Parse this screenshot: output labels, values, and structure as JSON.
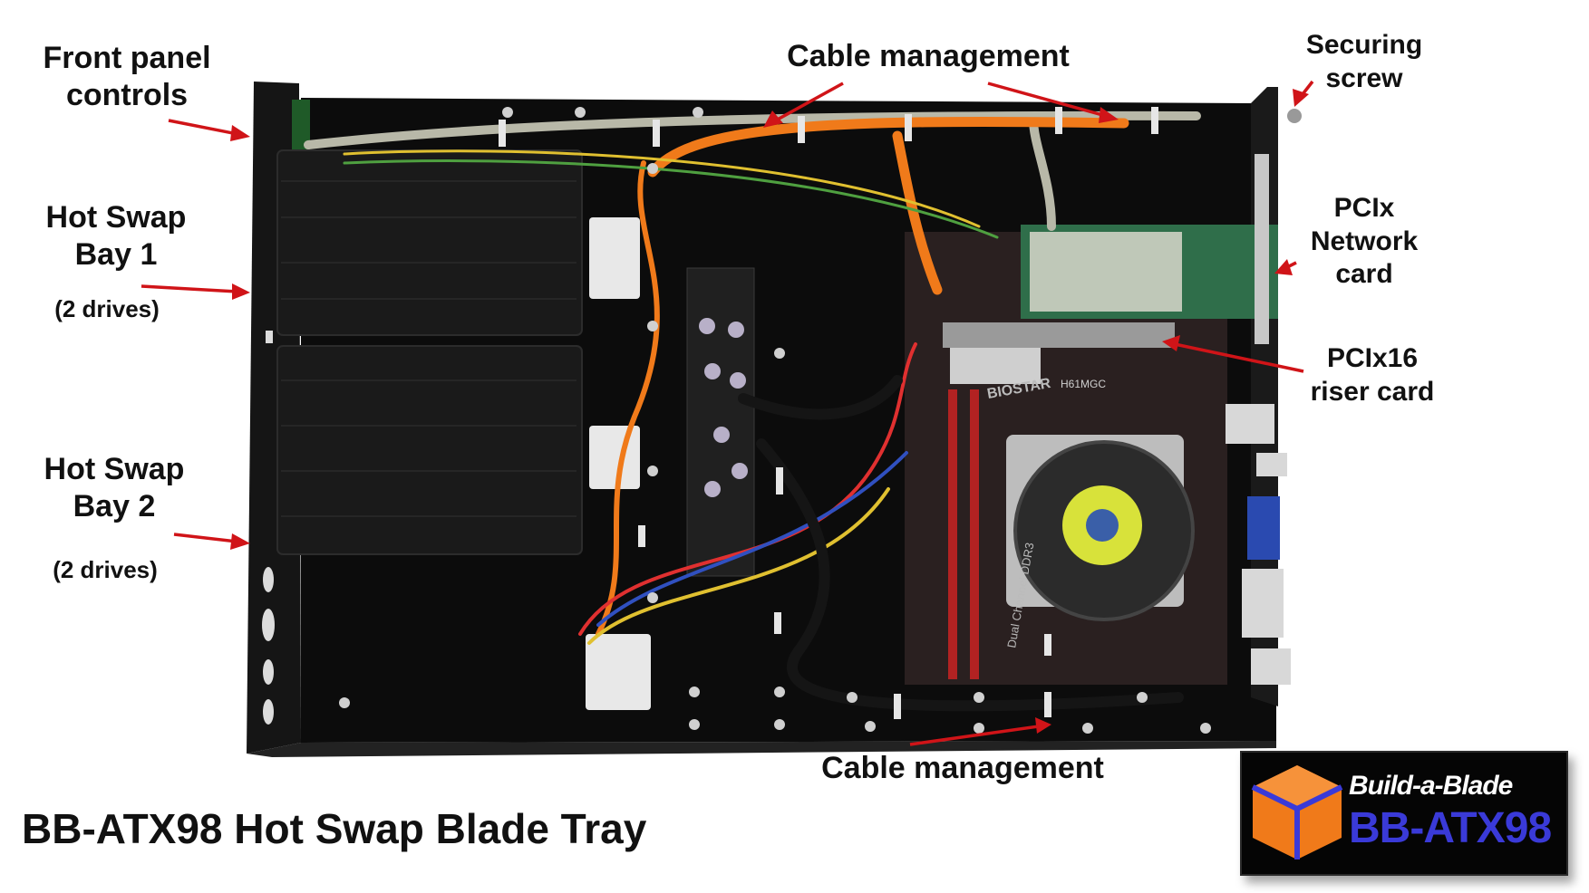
{
  "labels": {
    "front_panel": [
      "Front panel",
      "controls"
    ],
    "bay1": [
      "Hot Swap",
      "Bay 1"
    ],
    "bay1_note": "(2 drives)",
    "bay2": [
      "Hot Swap",
      "Bay 2"
    ],
    "bay2_note": "(2 drives)",
    "cable_top": "Cable management",
    "cable_bottom": "Cable management",
    "securing": [
      "Securing",
      "screw"
    ],
    "pcix_net": [
      "PCIx",
      "Network",
      "card"
    ],
    "pcix16": [
      "PCIx16",
      "riser card"
    ]
  },
  "title": "BB-ATX98 Hot Swap Blade Tray",
  "logo": {
    "brand": "Build-a-Blade",
    "model": "BB-ATX98"
  },
  "board_print": {
    "brand": "BIOSTAR",
    "model": "H61MGC",
    "ddr": "Dual Channel DDR3"
  },
  "colors": {
    "arrow": "#d01418",
    "tray": "#0b0b0b",
    "orange_cable": "#f07a1a",
    "logo_cube": "#f07a1a",
    "logo_text": "#3a3ad8"
  }
}
